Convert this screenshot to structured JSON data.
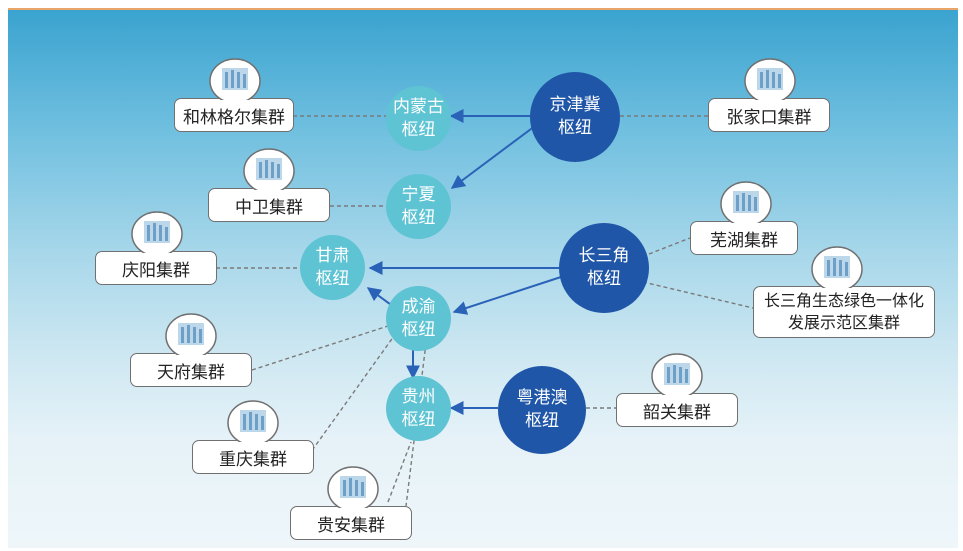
{
  "hubs": {
    "jingjinji": "京津冀\n枢纽",
    "changsanjiao": "长三角\n枢纽",
    "yuegangao": "粤港澳\n枢纽",
    "neimenggu": "内蒙古\n枢纽",
    "ningxia": "宁夏\n枢纽",
    "gansu": "甘肃\n枢纽",
    "chengyu": "成渝\n枢纽",
    "guizhou": "贵州\n枢纽"
  },
  "clusters": {
    "helingeer": "和林格尔集群",
    "zhangjiakou": "张家口集群",
    "zhongwei": "中卫集群",
    "qingyang": "庆阳集群",
    "wuhu": "芜湖集群",
    "csj_demo": "长三角生态绿色一体化发展示范区集群",
    "tianfu": "天府集群",
    "chongqing": "重庆集群",
    "guian": "贵安集群",
    "shaoguan": "韶关集群"
  },
  "colors": {
    "hub_dark": "#1f56a8",
    "hub_light": "#5ec3d3",
    "arrow": "#2a62b8",
    "dashed": "#7a7a7a"
  },
  "icons": {
    "cluster_badge": "datacenter-building-icon"
  }
}
